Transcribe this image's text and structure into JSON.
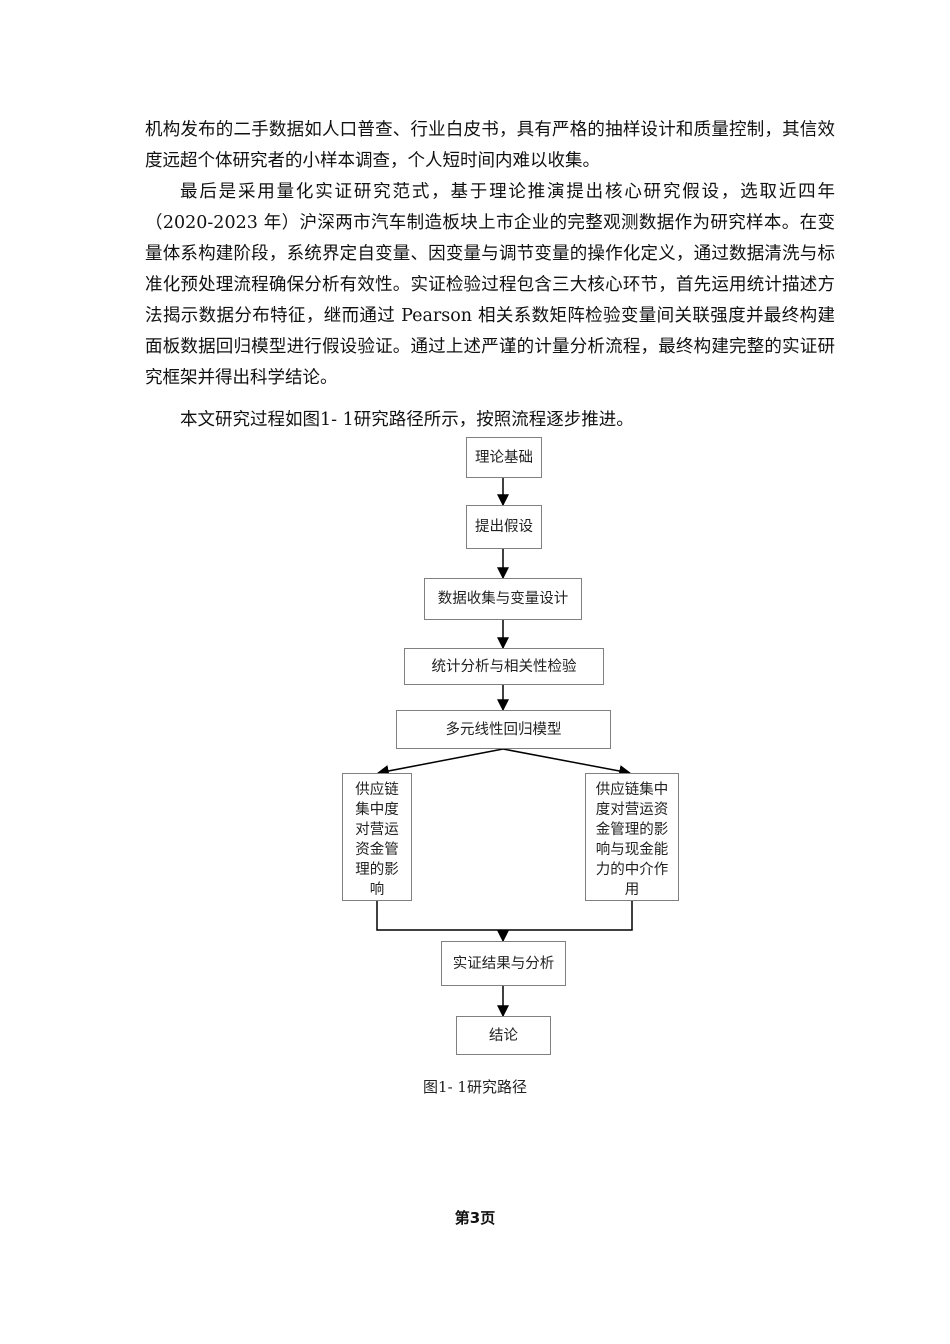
{
  "paragraphs": [
    "机构发布的二手数据如人口普查、行业白皮书，具有严格的抽样设计和质量控制，其信效度远超个体研究者的小样本调查，个人短时间内难以收集。",
    "最后是采用量化实证研究范式，基于理论推演提出核心研究假设，选取近四年（2020-2023 年）沪深两市汽车制造板块上市企业的完整观测数据作为研究样本。在变量体系构建阶段，系统界定自变量、因变量与调节变量的操作化定义，通过数据清洗与标准化预处理流程确保分析有效性。实证检验过程包含三大核心环节，首先运用统计描述方法揭示数据分布特征，继而通过 Pearson 相关系数矩阵检验变量间关联强度并最终构建面板数据回归模型进行假设验证。通过上述严谨的计量分析流程，最终构建完整的实证研究框架并得出科学结论。",
    "本文研究过程如图1- 1研究路径所示，按照流程逐步推进。"
  ],
  "flowchart": {
    "theory": "理论基础",
    "hypothesis": "提出假设",
    "data": "数据收集与变量设计",
    "stats": "统计分析与相关性检验",
    "regression": "多元线性回归模型",
    "left_branch": "供应链集中度对营运资金管理的影响",
    "right_branch": "供应链集中度对营运资金管理的影响与现金能力的中介作用",
    "results": "实证结果与分析",
    "conclusion": "结论"
  },
  "caption": "图1- 1研究路径",
  "page_number": "第3页"
}
